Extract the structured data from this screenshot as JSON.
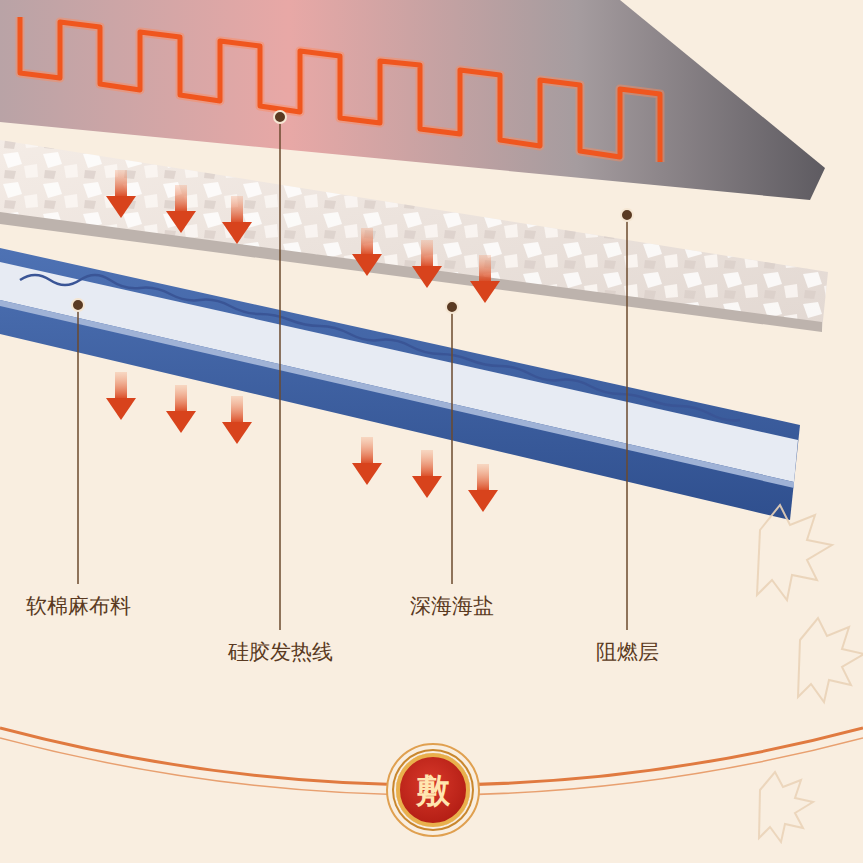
{
  "diagram": {
    "nodes": [
      {
        "text": [
          "敷"
        ]
      }
    ],
    "labels": [
      "软棉麻布料",
      "硅胶发热线",
      "深海海盐",
      "阻燃层"
    ]
  }
}
